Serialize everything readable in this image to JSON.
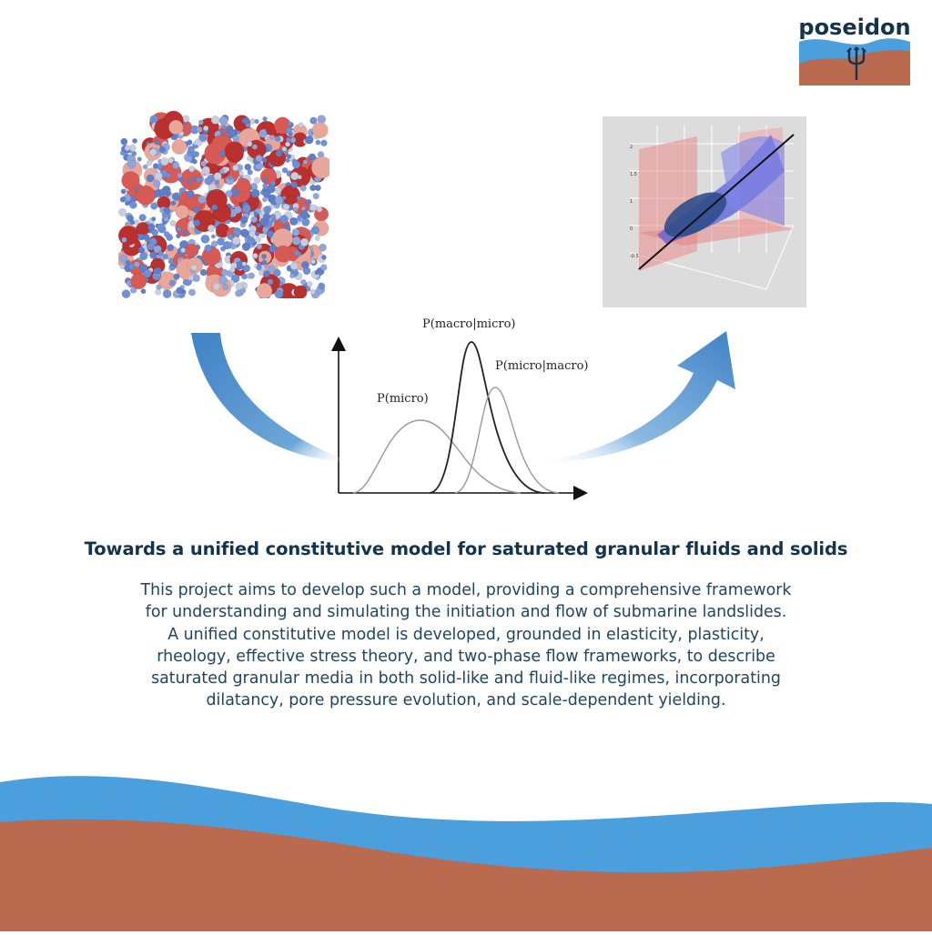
{
  "logo": {
    "text": "poseidon"
  },
  "illustration": {
    "curve_labels": {
      "micro": "P(micro)",
      "macro_given_micro": "P(macro|micro)",
      "micro_given_macro": "P(micro|macro)"
    }
  },
  "project": {
    "title": "Towards a unified constitutive model for saturated granular fluids and solids",
    "description_lines": [
      "This project aims to develop such a model, providing a comprehensive framework",
      "for understanding and simulating the initiation and flow of submarine landslides.",
      "A unified constitutive model is developed, grounded in elasticity, plasticity,",
      "rheology, effective stress theory, and two-phase flow frameworks, to describe",
      "saturated granular media in both solid-like and fluid-like regimes, incorporating",
      "dilatancy, pore pressure evolution, and scale-dependent yielding."
    ]
  },
  "colors": {
    "wave_blue": "#4a9fdc",
    "wave_brown": "#b96a4f",
    "title_text": "#12344e",
    "body_text": "#20465f",
    "arrow_blue": "#3f82c6"
  }
}
